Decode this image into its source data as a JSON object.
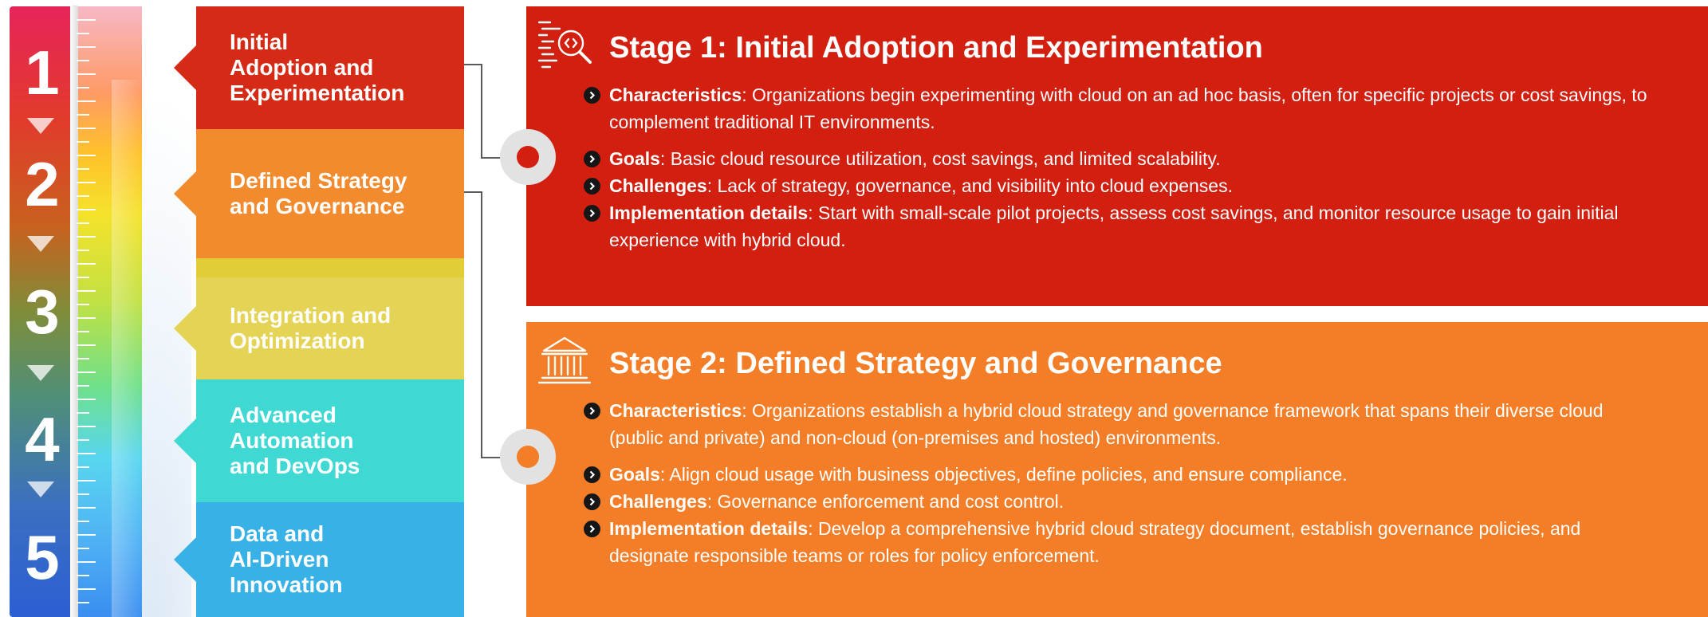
{
  "gauge": {
    "numbers": [
      "1",
      "2",
      "3",
      "4",
      "5"
    ]
  },
  "stages": [
    {
      "label": "Initial\nAdoption and\nExperimentation",
      "color": "#d42a16"
    },
    {
      "label": "Defined Strategy\nand Governance",
      "color": "#f28a2e"
    },
    {
      "label": "Integration and\nOptimization",
      "color": "#e4d354"
    },
    {
      "label": "Advanced\nAutomation\nand DevOps",
      "color": "#3fd8d3"
    },
    {
      "label": "Data and\nAI-Driven\nInnovation",
      "color": "#38b1e6"
    }
  ],
  "panels": [
    {
      "title": "Stage 1: Initial Adoption and Experimentation",
      "icon": "code-search-icon",
      "color": "#d21f0f",
      "node_dot_color": "#d21f0f",
      "items": [
        {
          "label": "Characteristics",
          "text": ": Organizations begin experimenting with cloud on an ad hoc basis, often for specific projects or cost savings, to complement traditional IT environments."
        },
        {
          "label": "Goals",
          "text": ": Basic cloud resource utilization, cost savings, and limited scalability."
        },
        {
          "label": "Challenges",
          "text": ": Lack of strategy, governance, and visibility into cloud expenses."
        },
        {
          "label": "Implementation details",
          "text": ": Start with small-scale pilot projects, assess cost savings, and monitor resource usage to gain initial experience with hybrid cloud."
        }
      ]
    },
    {
      "title": "Stage 2: Defined Strategy and Governance",
      "icon": "government-building-icon",
      "color": "#f47e27",
      "node_dot_color": "#f47e27",
      "items": [
        {
          "label": "Characteristics",
          "text": ": Organizations establish a hybrid cloud strategy and governance framework that spans their diverse cloud (public and private) and non-cloud (on-premises and hosted) environments."
        },
        {
          "label": "Goals",
          "text": ": Align cloud usage with business objectives, define policies, and ensure compliance."
        },
        {
          "label": "Challenges",
          "text": ": Governance enforcement and cost control."
        },
        {
          "label": "Implementation details",
          "text": ": Develop a comprehensive hybrid cloud strategy document, establish governance policies, and designate responsible teams or roles for policy enforcement."
        }
      ]
    }
  ]
}
